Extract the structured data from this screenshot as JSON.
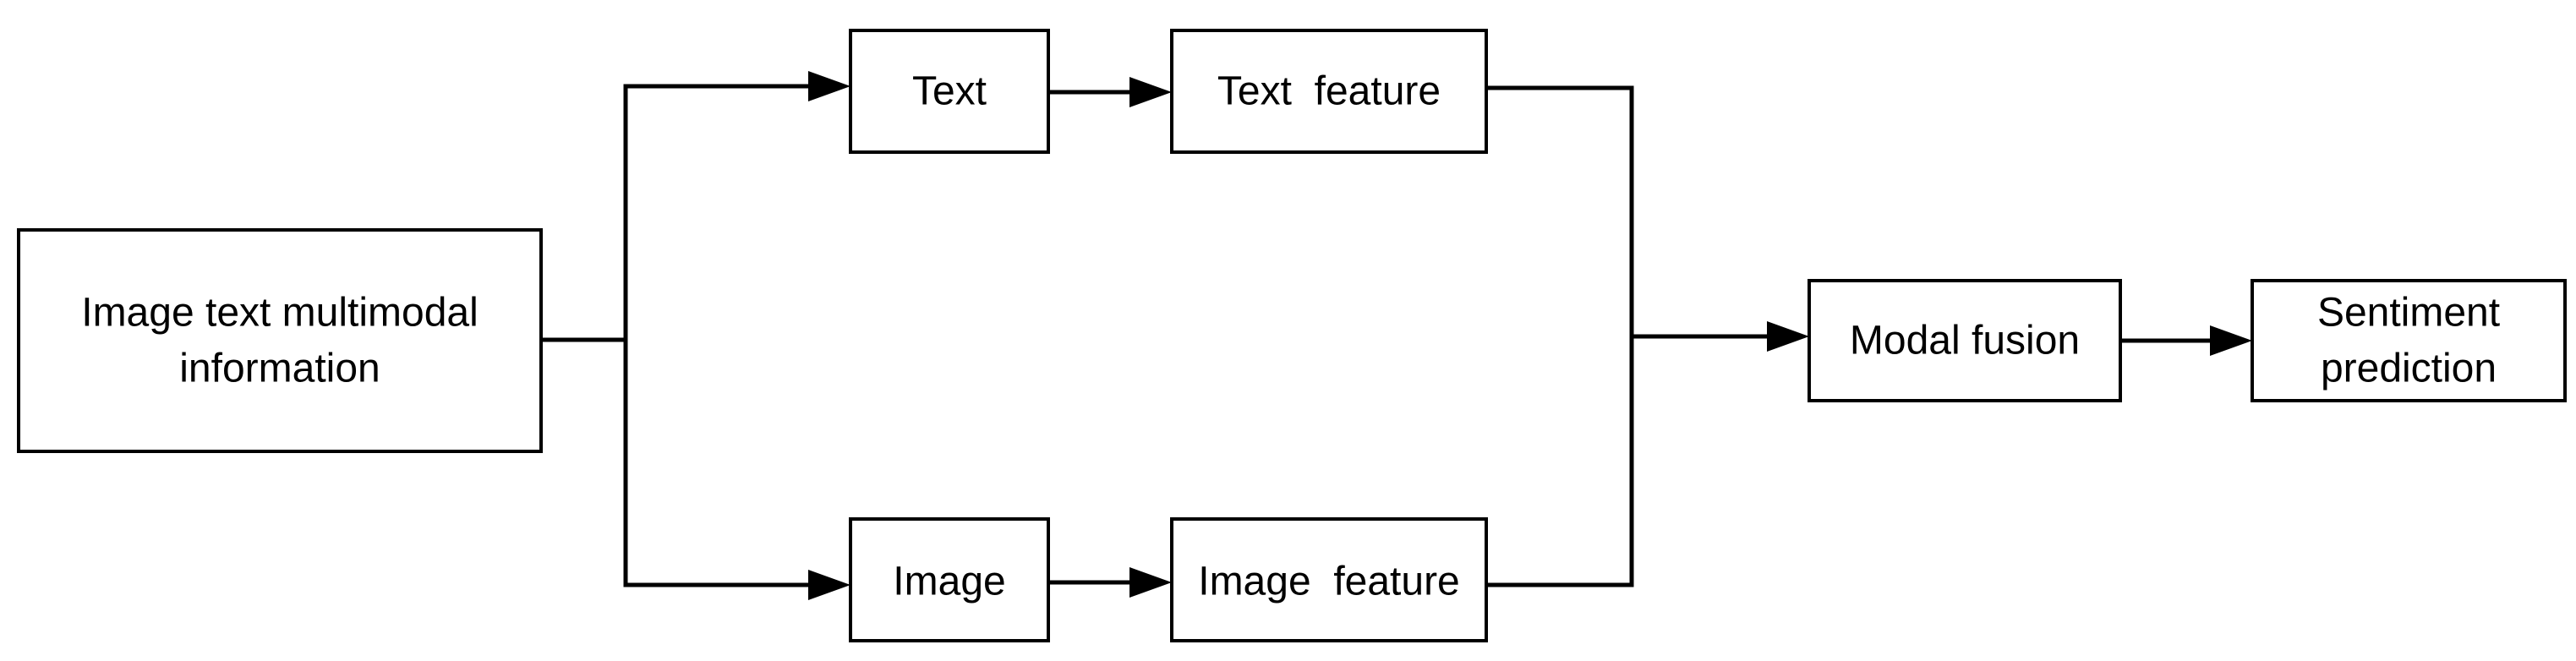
{
  "nodes": {
    "input": {
      "line1": "Image text multimodal",
      "line2": "information"
    },
    "text": {
      "label": "Text"
    },
    "text_feature": {
      "label": "Text  feature"
    },
    "image": {
      "label": "Image"
    },
    "image_feature": {
      "label": "Image  feature"
    },
    "fusion": {
      "label": "Modal fusion"
    },
    "sentiment": {
      "line1": "Sentiment",
      "line2": "prediction"
    }
  },
  "colors": {
    "stroke": "#000000",
    "background": "#ffffff"
  }
}
